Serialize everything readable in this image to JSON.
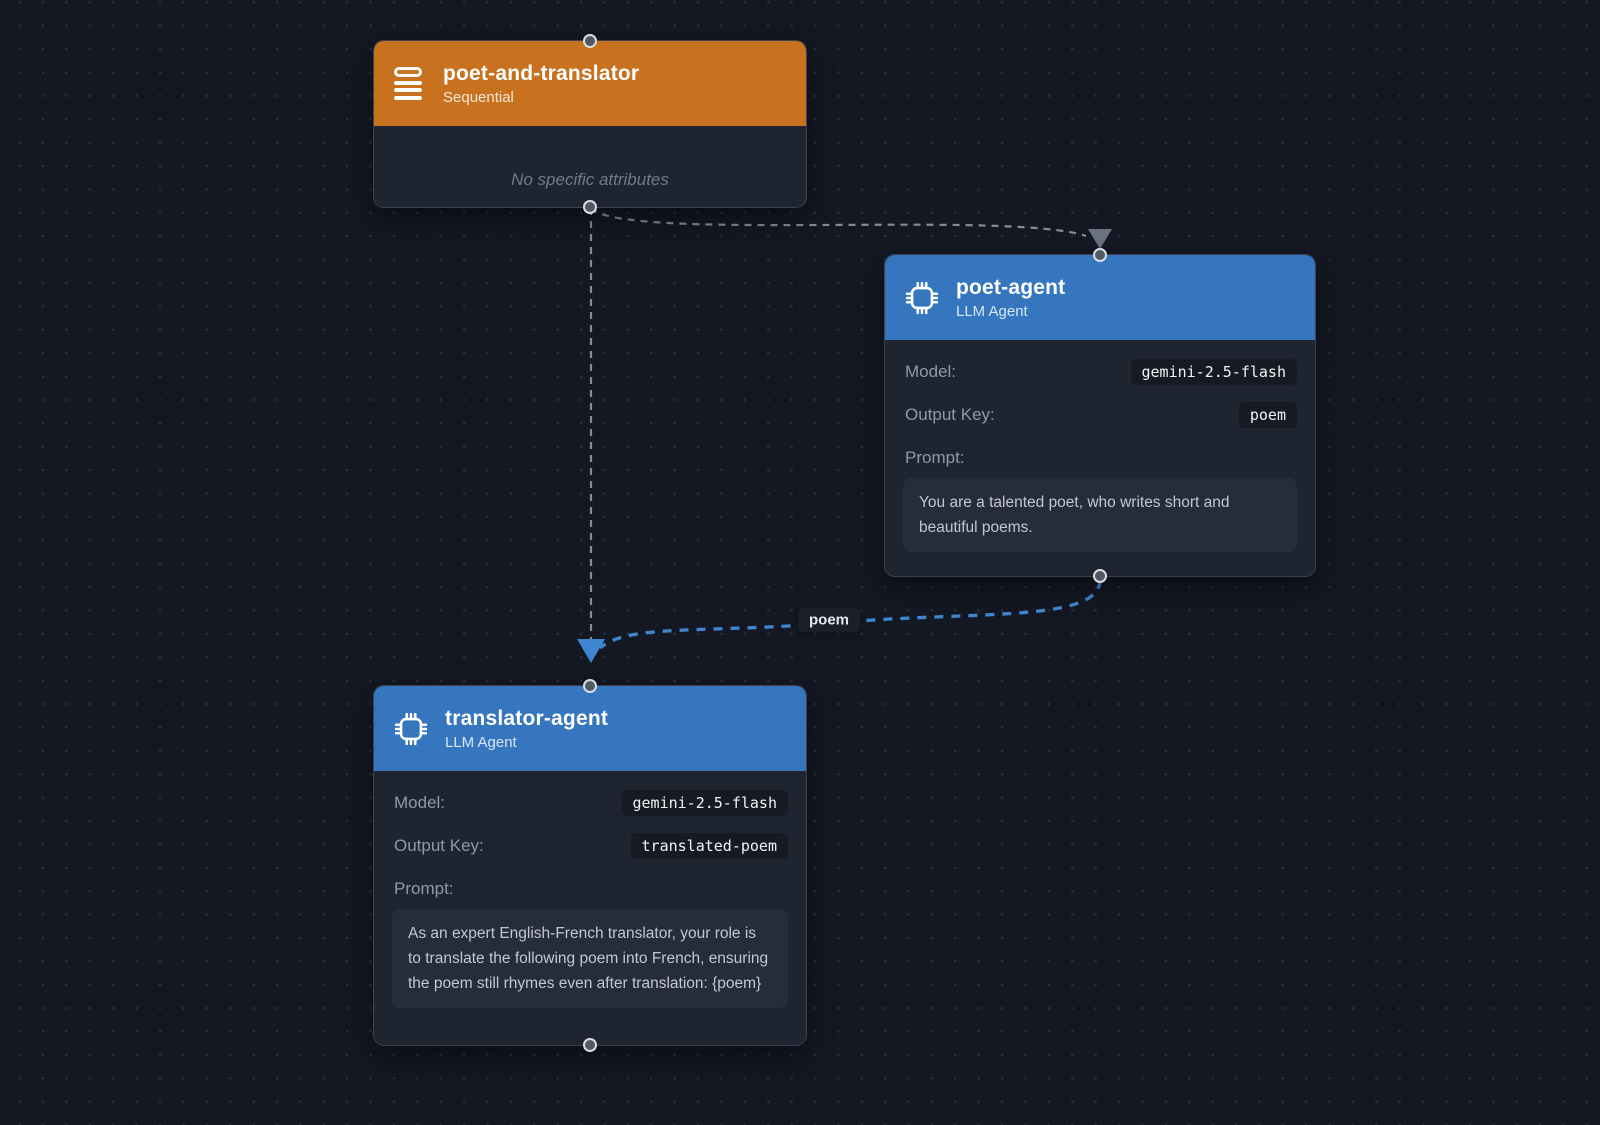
{
  "canvas": {
    "background_color": "#141823",
    "dot_color": "#2A3040"
  },
  "nodes": [
    {
      "id": "poet-and-translator",
      "title": "poet-and-translator",
      "subtitle": "Sequential",
      "type": "sequential",
      "icon": "sequence-list-icon",
      "header_color": "#C8721F",
      "note": "No specific attributes"
    },
    {
      "id": "poet-agent",
      "title": "poet-agent",
      "subtitle": "LLM Agent",
      "type": "llm-agent",
      "icon": "cpu-chip-icon",
      "header_color": "#3576BF",
      "fields": [
        {
          "label": "Model:",
          "value": "gemini-2.5-flash"
        },
        {
          "label": "Output Key:",
          "value": "poem"
        }
      ],
      "prompt_label": "Prompt:",
      "prompt": "You are a talented poet, who writes short and beautiful poems."
    },
    {
      "id": "translator-agent",
      "title": "translator-agent",
      "subtitle": "LLM Agent",
      "type": "llm-agent",
      "icon": "cpu-chip-icon",
      "header_color": "#3576BF",
      "fields": [
        {
          "label": "Model:",
          "value": "gemini-2.5-flash"
        },
        {
          "label": "Output Key:",
          "value": "translated-poem"
        }
      ],
      "prompt_label": "Prompt:",
      "prompt": "As an expert English-French translator, your role is to translate the following poem into French, ensuring the poem still rhymes even after translation: {poem}"
    }
  ],
  "edges": [
    {
      "from": "poet-and-translator",
      "to": "poet-agent",
      "style": "dashed",
      "color": "#858C98",
      "arrow_color": "#6B7280",
      "label": ""
    },
    {
      "from": "poet-and-translator",
      "to": "translator-agent",
      "style": "dashed",
      "color": "#858C98",
      "arrow_color": "#858C98",
      "label": ""
    },
    {
      "from": "poet-agent",
      "to": "translator-agent",
      "style": "dashed",
      "color": "#3E87D0",
      "arrow_color": "#3E87D0",
      "label": "poem"
    }
  ]
}
